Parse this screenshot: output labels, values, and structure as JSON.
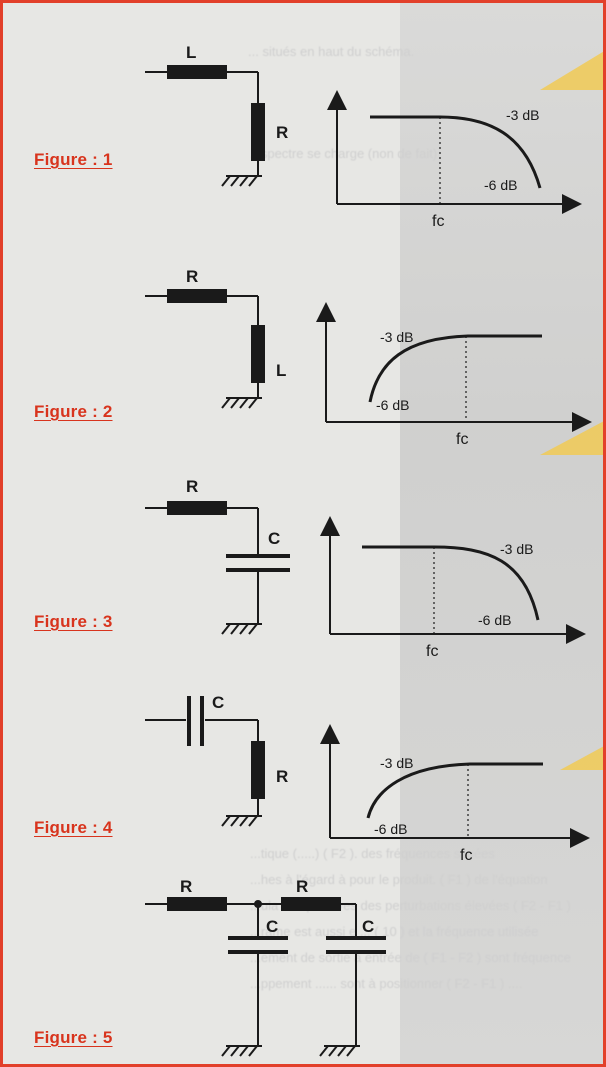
{
  "figures": [
    {
      "label": "Figure : 1",
      "components": [
        "L",
        "R"
      ],
      "response": "low-pass",
      "curve_labels": {
        "top": "-3 dB",
        "bottom": "-6 dB",
        "axis": "fc"
      }
    },
    {
      "label": "Figure : 2",
      "components": [
        "R",
        "L"
      ],
      "response": "high-pass",
      "curve_labels": {
        "top": "-3 dB",
        "bottom": "-6 dB",
        "axis": "fc"
      }
    },
    {
      "label": "Figure : 3",
      "components": [
        "R",
        "C"
      ],
      "response": "low-pass",
      "curve_labels": {
        "top": "-3 dB",
        "bottom": "-6 dB",
        "axis": "fc"
      }
    },
    {
      "label": "Figure : 4",
      "components": [
        "C",
        "R"
      ],
      "response": "high-pass",
      "curve_labels": {
        "top": "-3 dB",
        "bottom": "-6 dB",
        "axis": "fc"
      }
    },
    {
      "label": "Figure : 5",
      "components": [
        "R",
        "R",
        "C",
        "C"
      ],
      "response": "none"
    }
  ],
  "background_text": [
    "... situés en haut du schéma.",
    "...spectre se charge (non de fait)",
    "",
    "",
    "",
    "",
    "",
    "...tique (.....) ( F2 ). des fréquences situées",
    "...hes à l'égard à pour le produit. ( F1 ) de l'équation",
    "...ula des positives des perturbations élevées ( F2 - F1 )",
    "...rame est aussi  e ... ( 10 ) et la fréquence utilisée",
    "...ement de sortie à entrée de ( F1 - F2 ) sont fréquence",
    "...ppement ...... sont à positionner ( F2 - F1 ) ...."
  ],
  "colors": {
    "label": "#d8341d",
    "frame": "#e2402a",
    "ink": "#1a1a1a",
    "accent": "#f2c94c"
  }
}
